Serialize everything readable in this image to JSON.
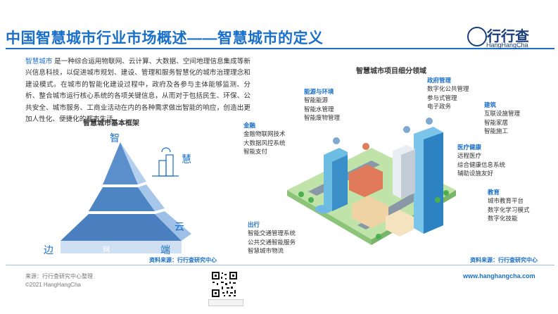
{
  "title": "中国智慧城市行业市场概述——智慧城市的定义",
  "logo": {
    "name_cn": "行行查",
    "name_en": "HangHangCha"
  },
  "intro": {
    "highlight": "智慧城市",
    "text": " 是一种综合运用物联网、云计算、大数据、空间地理信息集成等新兴信息科技，以促进城市规划、建设、管理和服务智慧化的城市治理理念和建设模式。在城市的智能化建设过程中，政府及各参与主体能够监测、分析、整合城市运行核心系统的各项关键信息，从而对于包括民生、环保、公共安全、城市服务、工商业活动在内的各种需求做出智能的响应，创造出更加人性化、便捷化的都市生活。"
  },
  "pyramid": {
    "title": "智慧城市基本框架",
    "zhi": "智",
    "hui": "慧",
    "yun": "云",
    "bian": "边",
    "wang": "网",
    "duan": "端"
  },
  "city": {
    "title": "智慧城市项目细分领域",
    "categories": {
      "energy": {
        "label": "能源与环境",
        "items": [
          "智能能源",
          "智能水管理",
          "智能废物管理"
        ]
      },
      "gov": {
        "label": "政府管理",
        "items": [
          "数字化公共管理",
          "参与式管理",
          "电子政务"
        ]
      },
      "building": {
        "label": "建筑",
        "items": [
          "互联设施管理",
          "智能家居",
          "智能施工"
        ]
      },
      "finance": {
        "label": "金融",
        "items": [
          "金融物联网技术",
          "大数据风控系统",
          "智能支付"
        ]
      },
      "health": {
        "label": "医疗健康",
        "items": [
          "远程医疗",
          "综合健康信息系统",
          "辅助设施友好"
        ]
      },
      "edu": {
        "label": "教育",
        "items": [
          "城市教育平台",
          "数字化学习模式",
          "数字化技能"
        ]
      },
      "travel": {
        "label": "出行",
        "items": [
          "智能交通管理系统",
          "公共交通智能服务",
          "智慧城市物流"
        ]
      }
    }
  },
  "source_label": "资料来源：行行查研究中心",
  "footer": {
    "source": "来源：行行查研究中心整理",
    "copyright": "©2021 HangHangCha",
    "url": "www.hanghangcha.com"
  },
  "colors": {
    "accent": "#1a6fc9",
    "pyramid_dark": "#3a6fae",
    "pyramid_light": "#8fb6e0"
  }
}
